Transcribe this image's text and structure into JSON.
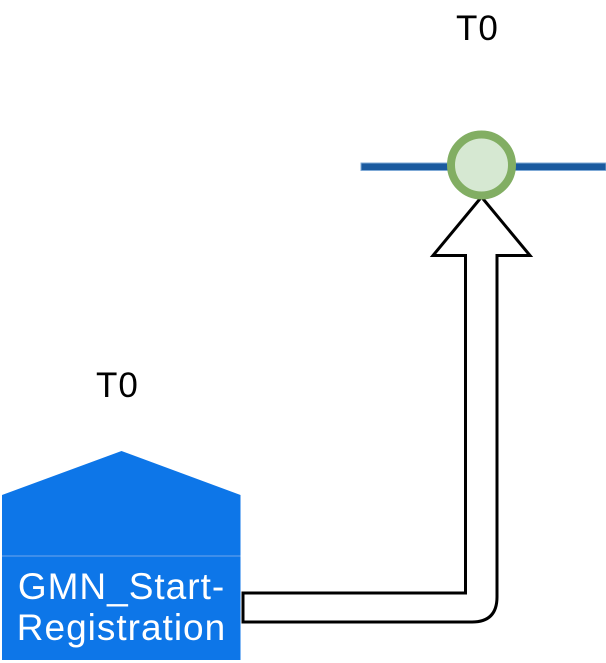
{
  "diagram": {
    "timer_label_top": "T0",
    "timer_label_left": "T0",
    "task_node": {
      "label_line1": "GMN_Start-",
      "label_line2": "Registration"
    },
    "colors": {
      "task_fill": "#0d76e8",
      "task_divider": "#5b9cea",
      "task_text": "#ffffff",
      "lifeline": "#1a5a9f",
      "lifeline_edge": "#7fa9d6",
      "event_ring": "#82ae63",
      "event_fill": "#d6e8d2",
      "arrow_stroke": "#000000",
      "arrow_fill": "#ffffff",
      "label_text": "#000000"
    }
  }
}
